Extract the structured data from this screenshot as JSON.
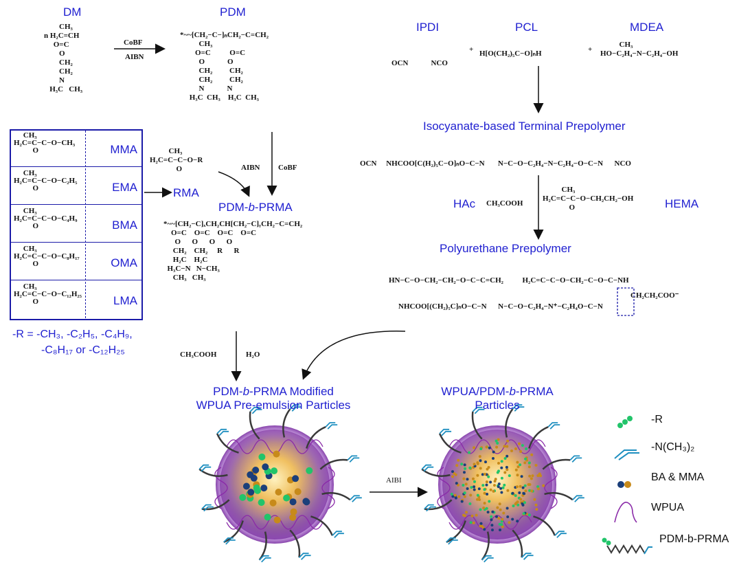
{
  "labels": {
    "dm": "DM",
    "pdm": "PDM",
    "ipdi": "IPDI",
    "pcl": "PCL",
    "mdea": "MDEA",
    "terminal_prepolymer": "Isocyanate-based Terminal Prepolymer",
    "rma": "RMA",
    "pdm_b_prma_pre": "PDM-",
    "pdm_b_prma_italic": "b",
    "pdm_b_prma_post": "-PRMA",
    "hac": "HAc",
    "hema": "HEMA",
    "pu_prepolymer": "Polyurethane Prepolymer",
    "preemulsion_line1_pre": "PDM-",
    "preemulsion_line1_italic": "b",
    "preemulsion_line1_post": "-PRMA Modified",
    "preemulsion_line2": "WPUA Pre-emulsion Particles",
    "final_line1_pre": "WPUA/PDM-",
    "final_line1_italic": "b",
    "final_line1_post": "-PRMA",
    "final_line2": "Particles",
    "r_def_line1": "-R = -CH₃, -C₂H₅, -C₄H₉,",
    "r_def_line2": "-C₈H₁₇ or -C₁₂H₂₅"
  },
  "reagents": {
    "cobf_1": "CoBF",
    "aibn_1": "AIBN",
    "aibn_2": "AIBN",
    "cobf_2": "CoBF",
    "ch3cooh_1": "CH₃COOH",
    "h2o": "H₂O",
    "ch3cooh_2": "CH₃COOH",
    "aibi": "AIBI",
    "plus_1": "+",
    "plus_2": "+"
  },
  "monomers": [
    {
      "name": "MMA",
      "formula": "     CH₃\nH₂C=C−C−O−CH₃\n          O"
    },
    {
      "name": "EMA",
      "formula": "     CH₃\nH₂C=C−C−O−C₂H₅\n          O"
    },
    {
      "name": "BMA",
      "formula": "     CH₃\nH₂C=C−C−O−C₄H₉\n          O"
    },
    {
      "name": "OMA",
      "formula": "     CH₃\nH₂C=C−C−O−C₈H₁₇\n          O"
    },
    {
      "name": "LMA",
      "formula": "     CH₃\nH₂C=C−C−O−C₁₂H₂₅\n          O"
    }
  ],
  "structures": {
    "dm": "        CH₃\nn H₂C=CH\n     O=C\n        O\n        CH₂\n        CH₂\n        N\n   H₃C   CH₃",
    "pdm": "*~~[CH₂−C−]ₙCH₂−C=CH₂\n          CH₃\n        O=C          O=C\n          O            O\n          CH₂         CH₂\n          CH₂         CH₂\n          N            N\n     H₃C  CH₃    H₃C  CH₃",
    "rma": "          CH₃\nH₂C=C−C−O−R\n              O",
    "ipdi": "OCN            NCO",
    "pcl": "H[O(CH₂)₅C−O]ₙH",
    "mdea": "          CH₃\nHO−C₂H₄−N−C₂H₄−OH",
    "terminal": "OCN     NHCOO[C(H₂)₅C−O]ₙO−C−N       N−C−O−C₂H₄−N−C₂H₄−O−C−N      NCO",
    "ch3cooh_hema": "          CH₃\nH₂C=C−C−O−CH₂CH₂−OH\n              O",
    "prma": "*~~[CH₂−C]ₓCH₂CH[CH₂−C]ᵧCH₂−C=CH₂\n    O=C    O=C    O=C    O=C\n      O      O      O      O\n     CH₂    CH₂     R      R\n     H₂C    H₂C\n  H₃C−N   N−CH₃\n     CH₃   CH₃",
    "pu_top": "HN−C−O−CH₂−CH₂−O−C−C=CH₂          H₂C=C−C−O−CH₂−C−O−C−NH",
    "pu_bottom": "NHCOO[(CH₂)₅C]ₙO−C−N      N−C−O−C₂H₄−N⁺−C₂H₄O−C−N",
    "pu_coo": "CH₂CH₂COO⁻"
  },
  "legend": [
    {
      "key": "r",
      "label": "-R"
    },
    {
      "key": "nme2",
      "label": "-N(CH₃)₂"
    },
    {
      "key": "ba_mma",
      "label": "BA & MMA"
    },
    {
      "key": "wpua",
      "label": "WPUA"
    },
    {
      "key": "prma",
      "label": "PDM-b-PRMA"
    }
  ],
  "colors": {
    "label_blue": "#1f1fd0",
    "box_blue": "#1a1aa8",
    "green_bead": "#22c46a",
    "blue_bead": "#1b3f7a",
    "orange_bead": "#c78a1a",
    "wpua_purple": "#8a2aa8",
    "amine_teal": "#1e8fc0",
    "chain_gray": "#3a3a3a",
    "sphere_purple": "#9b55c4",
    "sphere_gold": "#f0c060"
  }
}
